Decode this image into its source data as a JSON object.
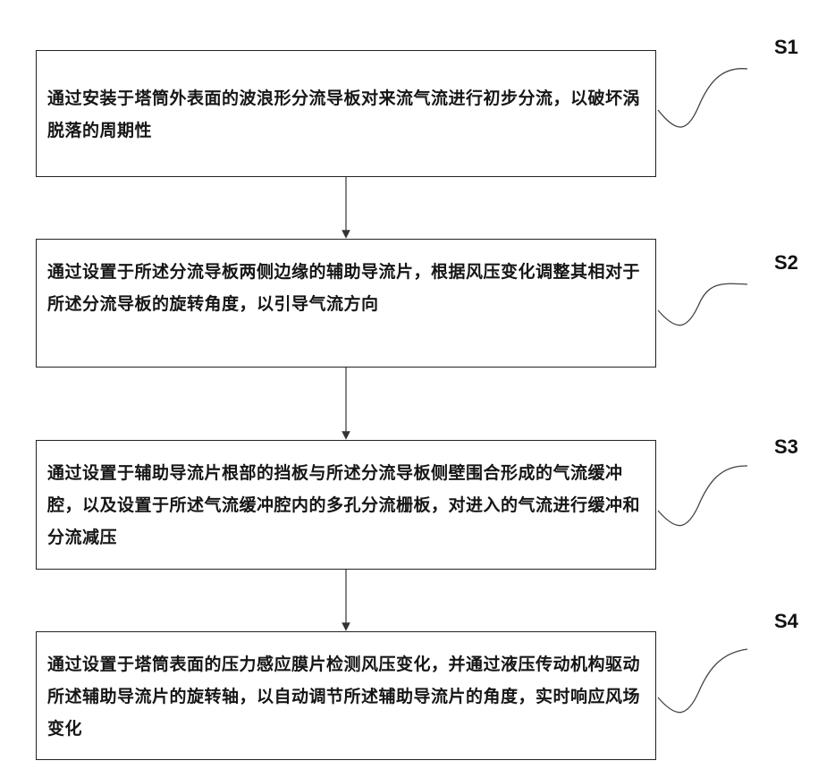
{
  "steps": [
    {
      "label": "S1",
      "text": "通过安装于塔筒外表面的波浪形分流导板对来流气流进行初步分流，以破坏涡脱落的周期性"
    },
    {
      "label": "S2",
      "text": "通过设置于所述分流导板两侧边缘的辅助导流片，根据风压变化调整其相对于所述分流导板的旋转角度，以引导气流方向"
    },
    {
      "label": "S3",
      "text": "通过设置于辅助导流片根部的挡板与所述分流导板侧壁围合形成的气流缓冲腔，以及设置于所述气流缓冲腔内的多孔分流栅板，对进入的气流进行缓冲和分流减压"
    },
    {
      "label": "S4",
      "text": "通过设置于塔筒表面的压力感应膜片检测风压变化，并通过液压传动机构驱动所述辅助导流片的旋转轴，以自动调节所述辅助导流片的角度，实时响应风场变化"
    }
  ]
}
